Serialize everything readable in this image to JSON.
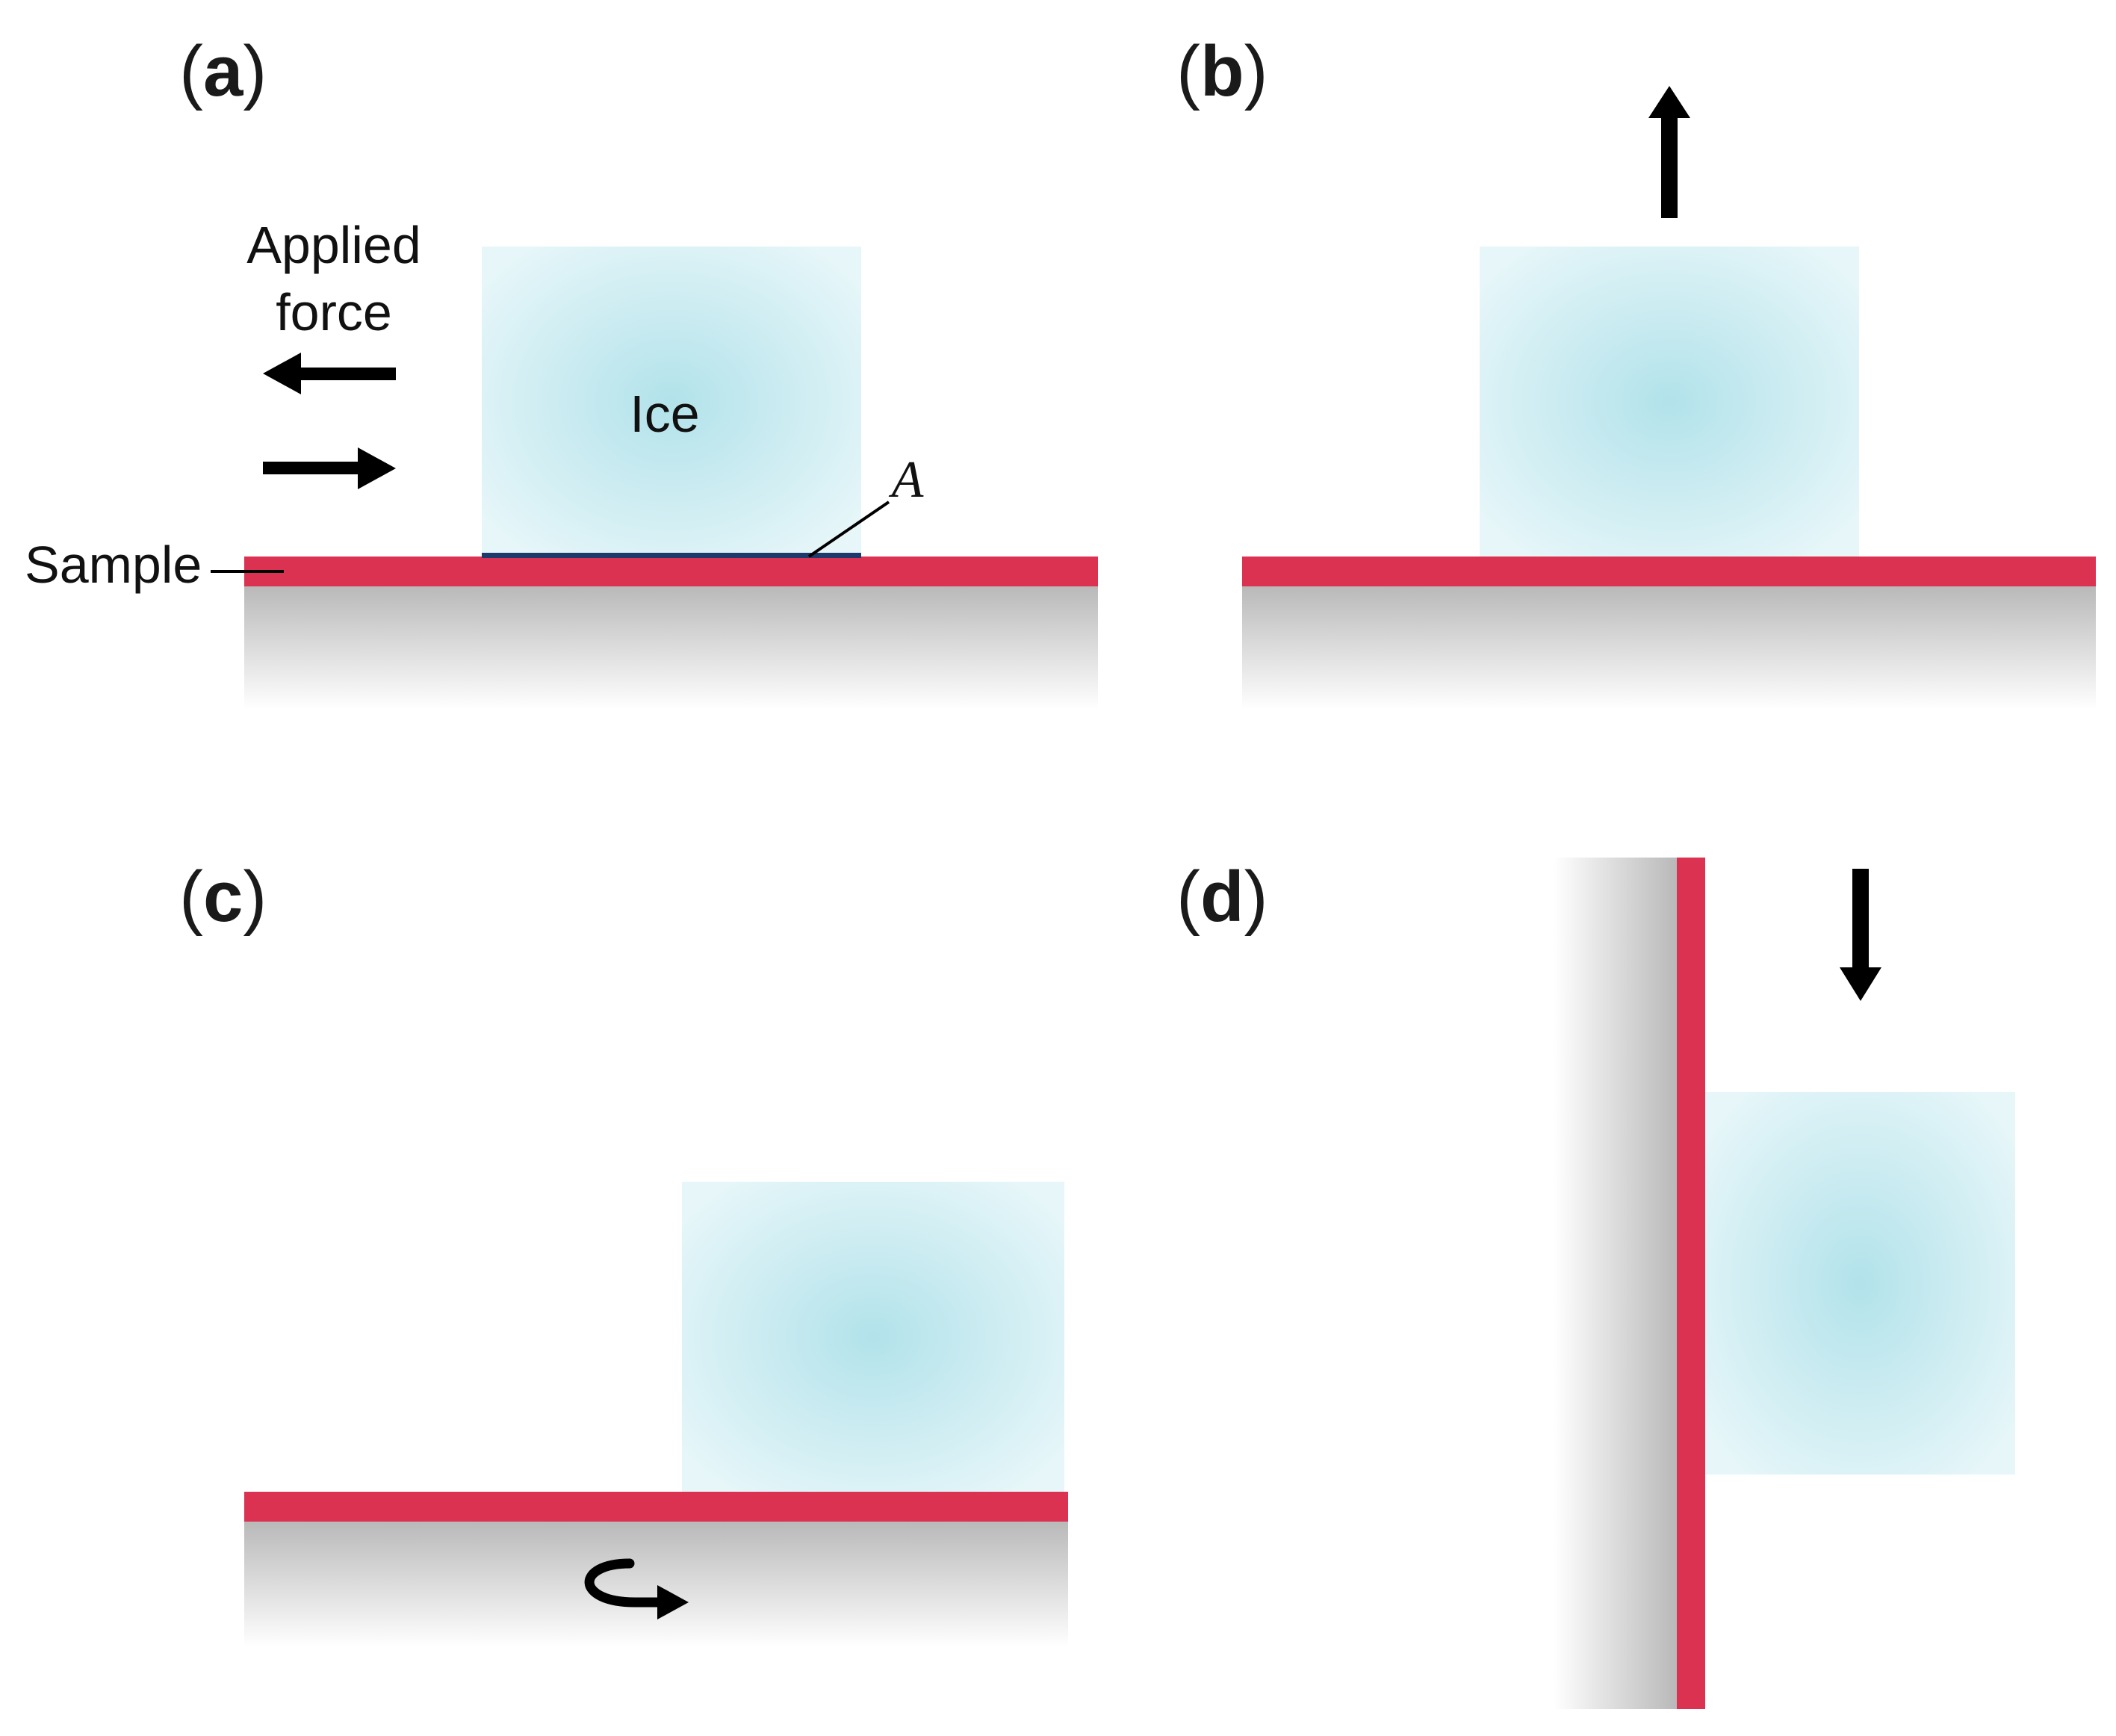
{
  "panels": {
    "a": {
      "open": "(",
      "letter": "a",
      "close": ")"
    },
    "b": {
      "open": "(",
      "letter": "b",
      "close": ")"
    },
    "c": {
      "open": "(",
      "letter": "c",
      "close": ")"
    },
    "d": {
      "open": "(",
      "letter": "d",
      "close": ")"
    }
  },
  "labels": {
    "applied_force_line1": "Applied",
    "applied_force_line2": "force",
    "ice": "Ice",
    "area": "A",
    "sample": "Sample"
  },
  "colors": {
    "sample_layer": "#dc3252",
    "ice_center": "#b2e2ea",
    "ice_edge": "#e6f6f9",
    "substrate_top": "#b9b9b9",
    "substrate_bottom": "#ffffff",
    "contact_line": "#1d3a6b",
    "arrow": "#000000"
  },
  "icons": {
    "left_arrow": "arrow-left-icon",
    "right_arrow": "arrow-right-icon",
    "up_arrow": "arrow-up-icon",
    "down_arrow": "arrow-down-icon",
    "rotation": "rotation-arrow-icon"
  }
}
